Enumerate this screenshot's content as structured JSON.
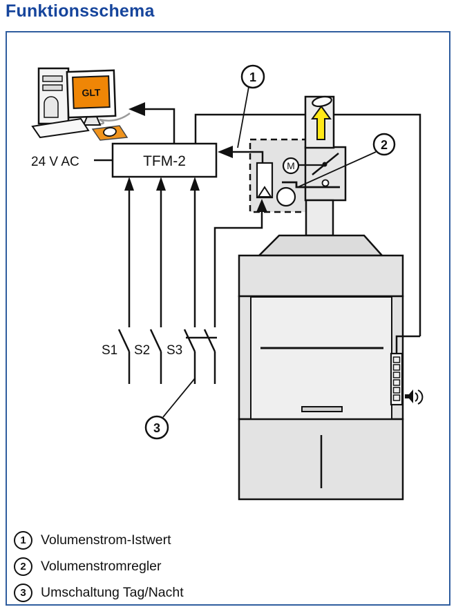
{
  "page": {
    "title": "Funktionsschema"
  },
  "schematic": {
    "power_label": "24 V AC",
    "controller_label": "TFM-2",
    "computer_screen_label": "GLT",
    "motor_label": "M",
    "switch_labels": [
      "S1",
      "S2",
      "S3"
    ],
    "callouts": [
      {
        "number": "1",
        "label": "Volumenstrom-Istwert"
      },
      {
        "number": "2",
        "label": "Volumenstromregler"
      },
      {
        "number": "3",
        "label": "Umschaltung Tag/Nacht"
      }
    ],
    "icons": {
      "computer": "computer-icon",
      "speaker": "speaker-icon",
      "airflow": "up-arrow-icon"
    },
    "colors": {
      "title_blue": "#16459c",
      "frame_blue": "#2e5c9e",
      "screen_orange": "#ef8606",
      "pad_orange": "#f0941e",
      "arrow_yellow": "#ffe817",
      "line_black": "#111111"
    }
  }
}
